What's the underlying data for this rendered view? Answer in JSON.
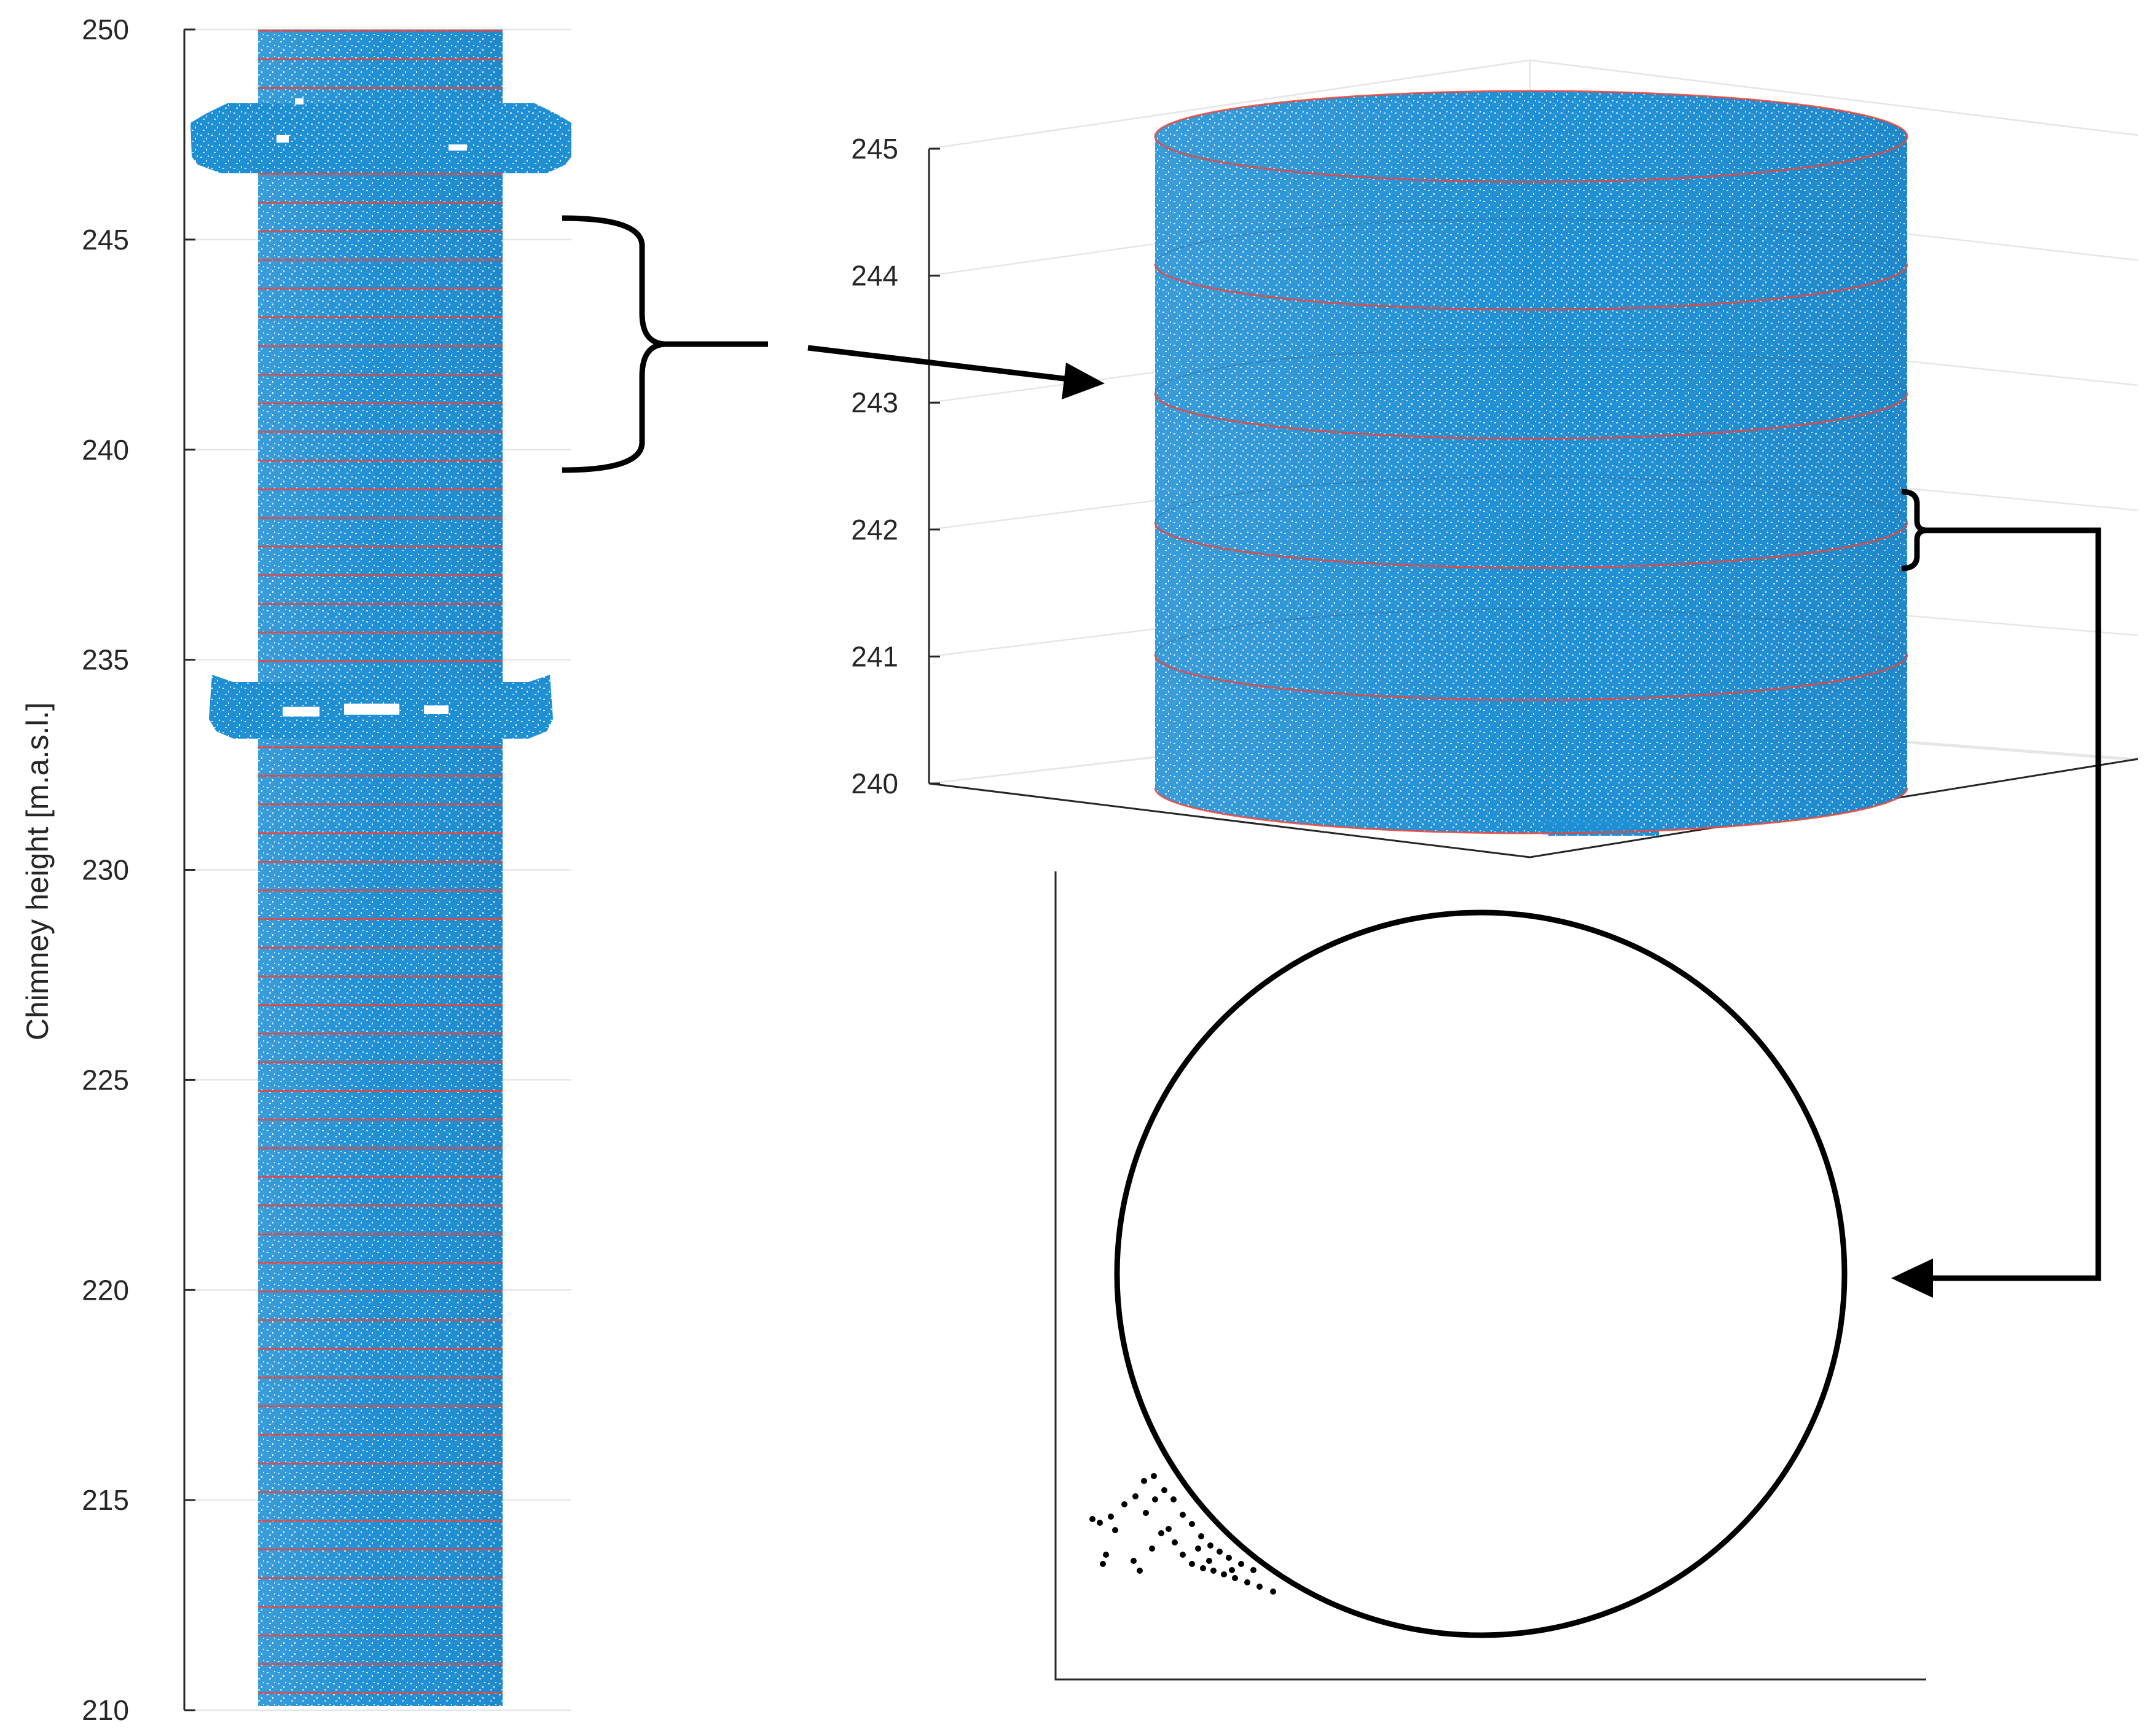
{
  "left_plot": {
    "ylabel": "Chimney height [m.a.s.l.]",
    "yticks": [
      "250",
      "245",
      "240",
      "235",
      "230",
      "225",
      "220",
      "215",
      "210"
    ],
    "ylim": [
      210,
      250
    ]
  },
  "cylinder_plot": {
    "zticks": [
      "245",
      "244",
      "243",
      "242",
      "241",
      "240"
    ],
    "zlim": [
      240,
      245
    ]
  },
  "colors": {
    "point_cloud": "#1f8fd4",
    "slice_lines": "#e8453c",
    "cross_section": "#000000",
    "axis": "#262626"
  }
}
